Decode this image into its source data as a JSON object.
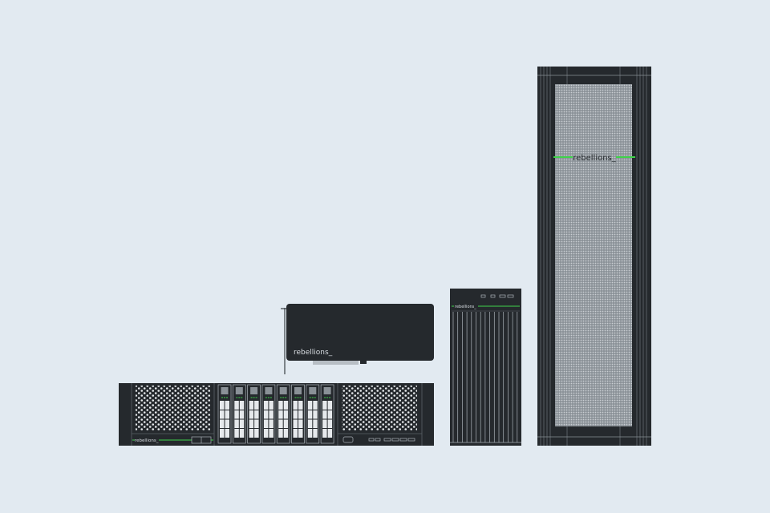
{
  "brand": {
    "name": "rebellions_"
  },
  "colors": {
    "background": "#e2eaf1",
    "chassis": "#25292d",
    "accent": "#3fd44a",
    "line": "#aab2b8"
  },
  "products": [
    {
      "id": "pcie-card",
      "label": "rebellions_"
    },
    {
      "id": "rack-server-2u",
      "label": "rebellions_",
      "drive_bays": 8
    },
    {
      "id": "tower-server",
      "label": "rebellions_"
    },
    {
      "id": "rack-cabinet",
      "label": "rebellions_"
    }
  ]
}
